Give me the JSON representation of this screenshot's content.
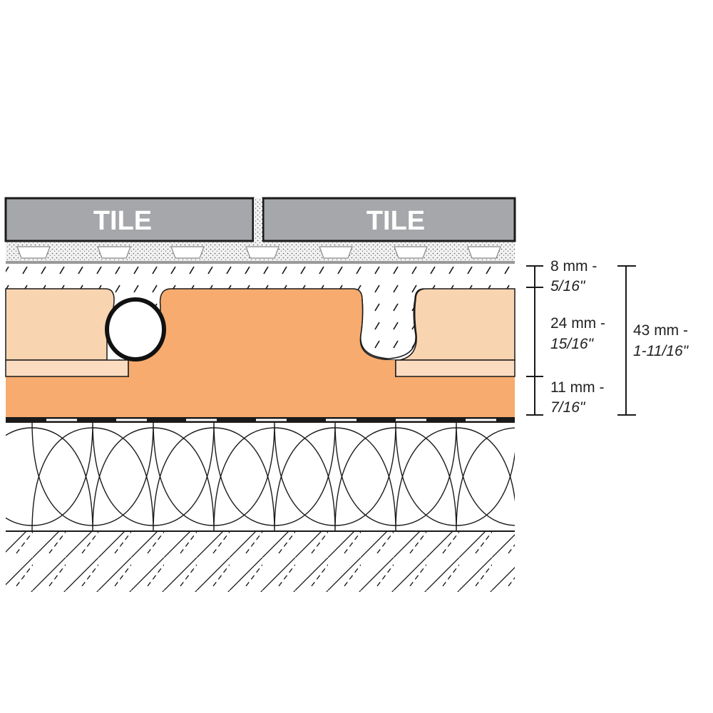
{
  "tiles": [
    {
      "label": "TILE"
    },
    {
      "label": "TILE"
    }
  ],
  "dimensions": {
    "top": {
      "mm": "8 mm -",
      "inch": "5/16\""
    },
    "middle": {
      "mm": "24 mm -",
      "inch": "15/16\""
    },
    "bottom": {
      "mm": "11 mm -",
      "inch": "7/16\""
    },
    "total": {
      "mm": "43 mm -",
      "inch": "1-11/16\""
    }
  },
  "colors": {
    "tile": "#a6a7aa",
    "orange": "#f7ab6e",
    "light_orange": "#f9d4b0",
    "line": "#1a1a1a"
  }
}
